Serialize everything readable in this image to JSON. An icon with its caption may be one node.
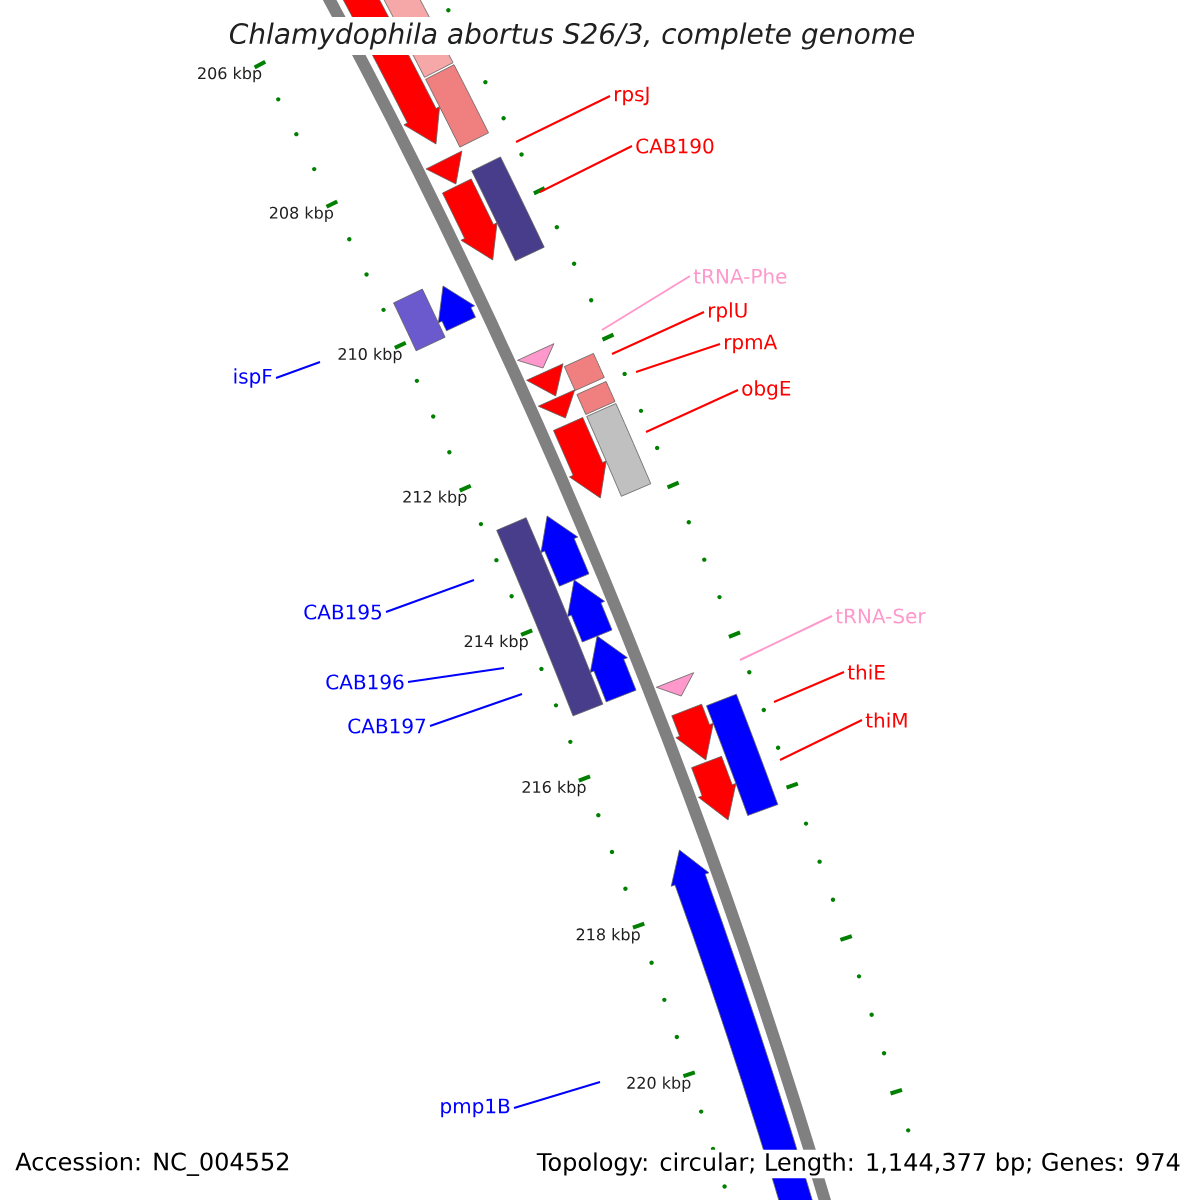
{
  "diagram": {
    "title": "Chlamydophila abortus S26/3, complete genome",
    "nodes": [
      {
        "text": [
          "rpsJ"
        ]
      },
      {
        "text": [
          "CAB190"
        ]
      },
      {
        "text": [
          "tRNA-Phe"
        ]
      },
      {
        "text": [
          "rplU"
        ]
      },
      {
        "text": [
          "rpmA"
        ]
      },
      {
        "text": [
          "ispF"
        ]
      },
      {
        "text": [
          "obgE"
        ]
      },
      {
        "text": [
          "CAB195"
        ]
      },
      {
        "text": [
          "tRNA-Ser"
        ]
      },
      {
        "text": [
          "CAB196"
        ]
      },
      {
        "text": [
          "thiE"
        ]
      },
      {
        "text": [
          "CAB197"
        ]
      },
      {
        "text": [
          "thiM"
        ]
      },
      {
        "text": [
          "pmp1B"
        ]
      }
    ],
    "edges": [
      {
        "from": 0,
        "to": null,
        "arrow": "none"
      },
      {
        "from": 1,
        "to": null,
        "arrow": "none"
      },
      {
        "from": 2,
        "to": null,
        "arrow": "none",
        "color": "#ff99cc"
      },
      {
        "from": 3,
        "to": null,
        "arrow": "none"
      },
      {
        "from": 4,
        "to": null,
        "arrow": "none"
      },
      {
        "from": 5,
        "to": null,
        "arrow": "none",
        "color": "#0000ff"
      },
      {
        "from": 6,
        "to": null,
        "arrow": "none"
      },
      {
        "from": 7,
        "to": null,
        "arrow": "none",
        "color": "#0000ff"
      },
      {
        "from": 8,
        "to": null,
        "arrow": "none",
        "color": "#ff99cc"
      },
      {
        "from": 9,
        "to": null,
        "arrow": "none",
        "color": "#0000ff"
      },
      {
        "from": 10,
        "to": null,
        "arrow": "none"
      },
      {
        "from": 11,
        "to": null,
        "arrow": "none",
        "color": "#0000ff"
      },
      {
        "from": 12,
        "to": null,
        "arrow": "none"
      },
      {
        "from": 13,
        "to": null,
        "arrow": "none",
        "color": "#0000ff"
      }
    ],
    "labels": [
      "206 kbp",
      "208 kbp",
      "210 kbp",
      "212 kbp",
      "214 kbp",
      "216 kbp",
      "218 kbp",
      "220 kbp",
      "Accession: NC_004552",
      "Topology: circular; Length: 1,144,377 bp; Genes: 974"
    ]
  }
}
